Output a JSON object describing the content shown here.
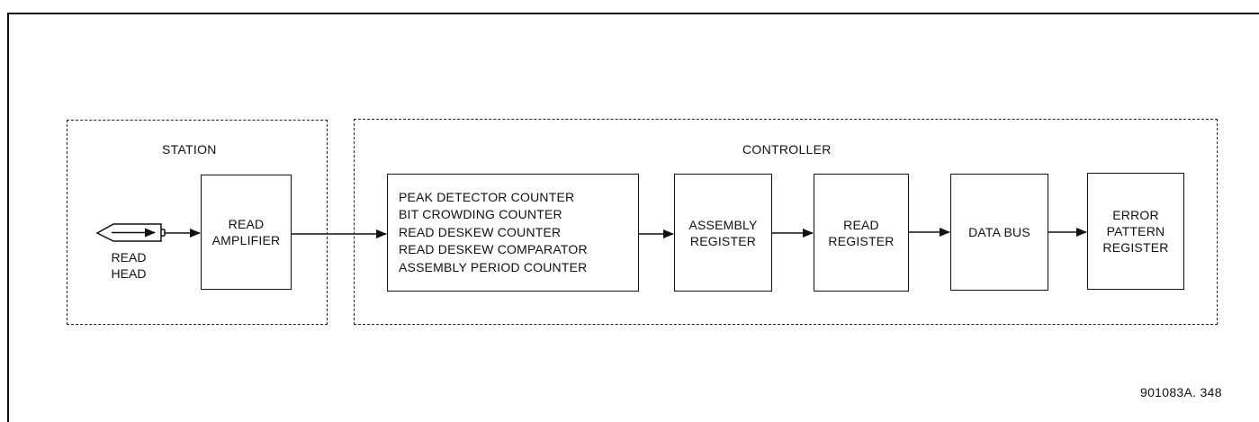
{
  "groups": {
    "station": "STATION",
    "controller": "CONTROLLER"
  },
  "read_head": [
    "READ",
    "HEAD"
  ],
  "blocks": {
    "read_amplifier": [
      "READ",
      "AMPLIFIER"
    ],
    "counters": [
      "PEAK DETECTOR COUNTER",
      "BIT CROWDING COUNTER",
      "READ DESKEW COUNTER",
      "READ DESKEW COMPARATOR",
      "ASSEMBLY PERIOD COUNTER"
    ],
    "assembly_register": [
      "ASSEMBLY",
      "REGISTER"
    ],
    "read_register": [
      "READ",
      "REGISTER"
    ],
    "data_bus": [
      "DATA BUS"
    ],
    "error_pattern_register": [
      "ERROR",
      "PATTERN",
      "REGISTER"
    ]
  },
  "figure_id": "901083A. 348"
}
